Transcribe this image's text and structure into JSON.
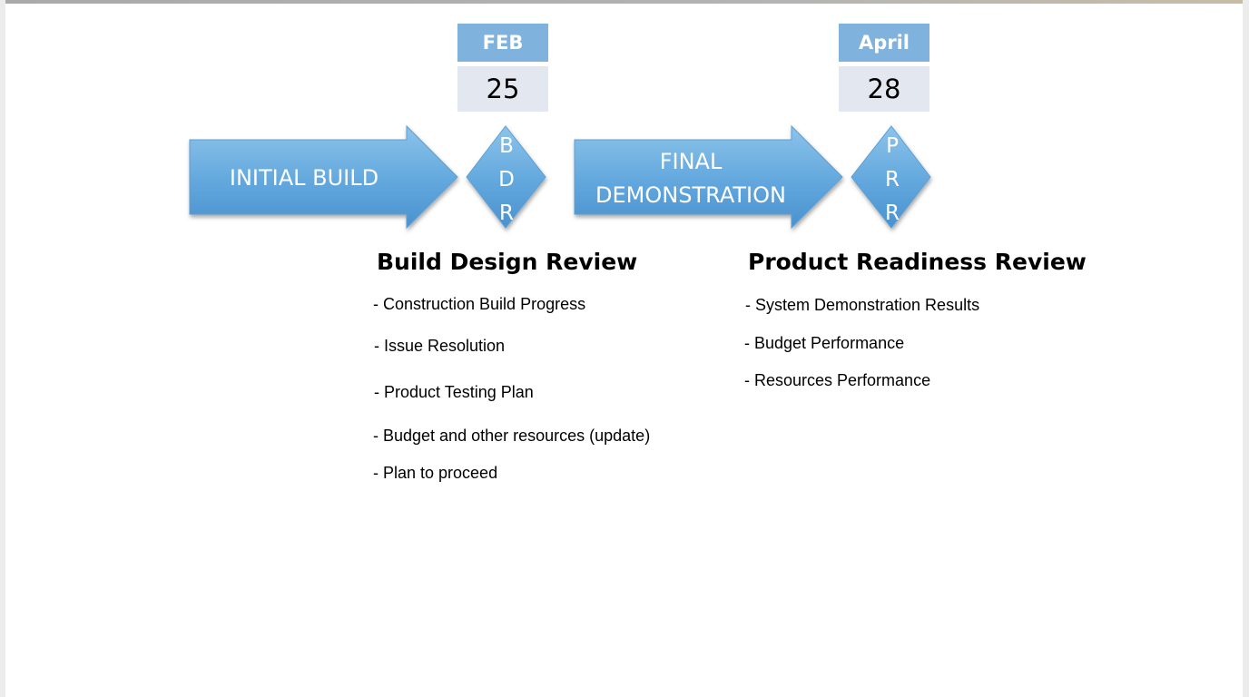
{
  "milestones": [
    {
      "month": "FEB",
      "day": "25",
      "letters": [
        "B",
        "D",
        "R"
      ]
    },
    {
      "month": "April",
      "day": "28",
      "letters": [
        "P",
        "R",
        "R"
      ]
    }
  ],
  "phases": [
    {
      "lines": [
        "INITIAL BUILD"
      ]
    },
    {
      "lines": [
        "FINAL",
        "DEMONSTRATION"
      ]
    }
  ],
  "reviews": [
    {
      "title": "Build Design Review",
      "items": [
        "- Construction Build Progress",
        "- Issue Resolution",
        "- Product Testing Plan",
        "- Budget and other resources (update)",
        "- Plan to proceed"
      ]
    },
    {
      "title": "Product Readiness Review",
      "items": [
        "- System Demonstration Results",
        "- Budget Performance",
        "- Resources Performance"
      ]
    }
  ],
  "colors": {
    "month_box": "#7fb2dd",
    "day_box": "#e3e8f0",
    "shape_light": "#8cc3ea",
    "shape_dark": "#4a92cf"
  }
}
